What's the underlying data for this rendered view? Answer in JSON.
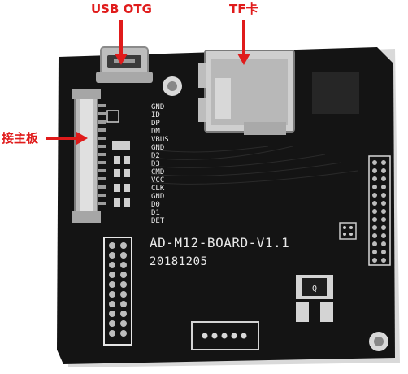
{
  "callouts": {
    "usb_otg": "USB OTG",
    "tf_card": "TF卡",
    "main_board": "接主板"
  },
  "board": {
    "name": "AD-M12-BOARD-V1.1",
    "date": "20181205",
    "pin_labels": [
      "GND",
      "ID",
      "DP",
      "DM",
      "VBUS",
      "GND",
      "D2",
      "D3",
      "CMD",
      "VCC",
      "CLK",
      "GND",
      "D0",
      "D1",
      "DET"
    ],
    "component_marking": "Q"
  },
  "colors": {
    "callout": "#e01b1b",
    "pcb": "#141414",
    "silkscreen": "#e9e9e9",
    "metal": "#c8c8c8"
  }
}
